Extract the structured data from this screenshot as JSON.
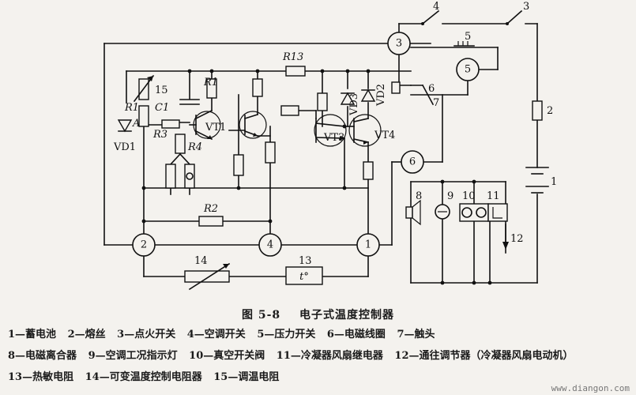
{
  "figure": {
    "number": "图 5-8",
    "title": "电子式温度控制器"
  },
  "node_labels": {
    "n1": "1",
    "n2": "2",
    "n3": "3",
    "n4": "4",
    "n5": "5",
    "n6": "6",
    "n7": "7",
    "n8": "8",
    "n9": "9",
    "n10": "10",
    "n11": "11",
    "n12": "12",
    "n13": "13",
    "n14": "14",
    "n15": "15",
    "sw4": "4",
    "sw3": "3",
    "pot15": "15",
    "pot15b": "15"
  },
  "component_labels": {
    "R13": "R13",
    "R1a": "R1",
    "R1b": "R1",
    "C1": "C1",
    "R3": "R3",
    "R4": "R4",
    "R2": "R2",
    "VT1": "VT1",
    "VT3": "VT3",
    "VT4": "VT4",
    "VD1": "VD1",
    "VD2": "VD2",
    "VD3": "VD3",
    "A": "A",
    "t": "t°"
  },
  "legend": [
    "1—蓄电池",
    "2—熔丝",
    "3—点火开关",
    "4—空调开关",
    "5—压力开关",
    "6—电磁线圈",
    "7—触头",
    "8—电磁离合器",
    "9—空调工况指示灯",
    "10—真空开关阀",
    "11—冷凝器风扇继电器",
    "12—通往调节器（冷凝器风扇电动机）",
    "13—热敏电阻",
    "14—可变温度控制电阻器",
    "15—调温电阻"
  ],
  "watermark": "www.diangon.com"
}
